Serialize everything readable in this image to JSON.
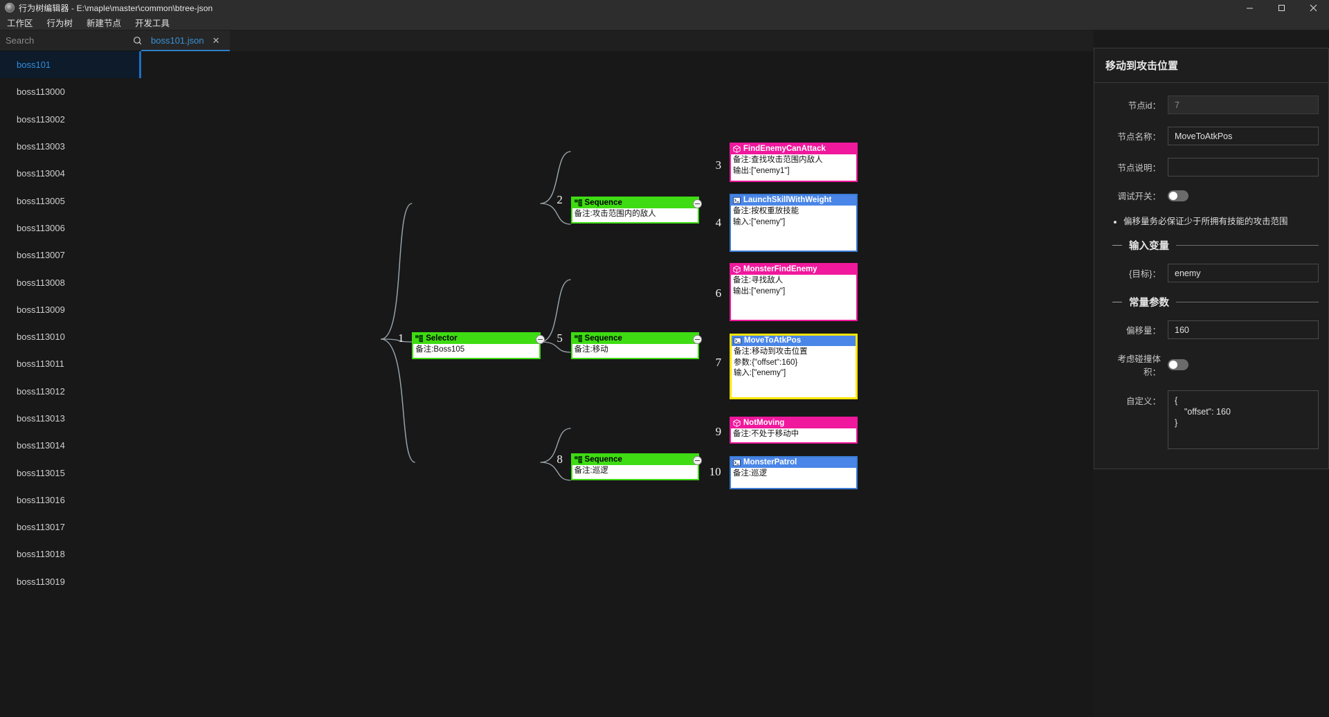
{
  "window": {
    "title": "行为树编辑器 - E:\\maple\\master\\common\\btree-json",
    "app_icon": "app-gear-icon",
    "minimize": "−",
    "maximize": "▢",
    "close": "✕"
  },
  "menubar": {
    "items": [
      {
        "label": "工作区"
      },
      {
        "label": "行为树"
      },
      {
        "label": "新建节点"
      },
      {
        "label": "开发工具"
      }
    ]
  },
  "sidebar": {
    "search": {
      "placeholder": "Search",
      "value": "",
      "icon": "search-icon"
    },
    "items": [
      {
        "label": "boss101",
        "active": true
      },
      {
        "label": "boss113000",
        "active": false
      },
      {
        "label": "boss113002",
        "active": false
      },
      {
        "label": "boss113003",
        "active": false
      },
      {
        "label": "boss113004",
        "active": false
      },
      {
        "label": "boss113005",
        "active": false
      },
      {
        "label": "boss113006",
        "active": false
      },
      {
        "label": "boss113007",
        "active": false
      },
      {
        "label": "boss113008",
        "active": false
      },
      {
        "label": "boss113009",
        "active": false
      },
      {
        "label": "boss113010",
        "active": false
      },
      {
        "label": "boss113011",
        "active": false
      },
      {
        "label": "boss113012",
        "active": false
      },
      {
        "label": "boss113013",
        "active": false
      },
      {
        "label": "boss113014",
        "active": false
      },
      {
        "label": "boss113015",
        "active": false
      },
      {
        "label": "boss113016",
        "active": false
      },
      {
        "label": "boss113017",
        "active": false
      },
      {
        "label": "boss113018",
        "active": false
      },
      {
        "label": "boss113019",
        "active": false
      }
    ]
  },
  "tabs": [
    {
      "label": "boss101.json",
      "close": "✕",
      "active": true
    }
  ],
  "tree": {
    "nodes": [
      {
        "num": "1",
        "type": "composite",
        "color": "green",
        "icon": "hierarchy-icon",
        "title": "Selector",
        "rows": [
          "备注:Boss105"
        ]
      },
      {
        "num": "2",
        "type": "composite",
        "color": "green",
        "icon": "hierarchy-icon",
        "title": "Sequence",
        "rows": [
          "备注:攻击范围内的敌人"
        ]
      },
      {
        "num": "3",
        "type": "condition",
        "color": "pink",
        "icon": "cube-icon",
        "title": "FindEnemyCanAttack",
        "rows": [
          "备注:查找攻击范围内敌人",
          "输出:[\"enemy1\"]"
        ]
      },
      {
        "num": "4",
        "type": "action",
        "color": "blue",
        "icon": "terminal-icon",
        "title": "LaunchSkillWithWeight",
        "rows": [
          "备注:按权重放技能",
          "输入:[\"enemy\"]"
        ]
      },
      {
        "num": "5",
        "type": "composite",
        "color": "green",
        "icon": "hierarchy-icon",
        "title": "Sequence",
        "rows": [
          "备注:移动"
        ]
      },
      {
        "num": "6",
        "type": "condition",
        "color": "pink",
        "icon": "cube-icon",
        "title": "MonsterFindEnemy",
        "rows": [
          "备注:寻找敌人",
          "输出:[\"enemy\"]"
        ]
      },
      {
        "num": "7",
        "type": "action",
        "color": "blue",
        "icon": "terminal-icon",
        "title": "MoveToAtkPos",
        "selected": true,
        "rows": [
          "备注:移动到攻击位置",
          "参数:{\"offset\":160}",
          "输入:[\"enemy\"]"
        ]
      },
      {
        "num": "8",
        "type": "composite",
        "color": "green",
        "icon": "hierarchy-icon",
        "title": "Sequence",
        "rows": [
          "备注:巡逻"
        ]
      },
      {
        "num": "9",
        "type": "condition",
        "color": "pink",
        "icon": "cube-icon",
        "title": "NotMoving",
        "rows": [
          "备注:不处于移动中"
        ]
      },
      {
        "num": "10",
        "type": "action",
        "color": "blue",
        "icon": "terminal-icon",
        "title": "MonsterPatrol",
        "rows": [
          "备注:巡逻"
        ]
      }
    ]
  },
  "properties": {
    "header": "移动到攻击位置",
    "node_id": {
      "label": "节点id：",
      "value": "7",
      "readonly": true
    },
    "node_name": {
      "label": "节点名称：",
      "value": "MoveToAtkPos"
    },
    "node_desc": {
      "label": "节点说明：",
      "value": ""
    },
    "debug_switch": {
      "label": "调试开关：",
      "on": false
    },
    "notes": [
      "偏移量务必保证少于所拥有技能的攻击范围"
    ],
    "input_section": {
      "title": "输入变量"
    },
    "input_target": {
      "label": "{目标}：",
      "value": "enemy"
    },
    "const_section": {
      "title": "常量参数"
    },
    "offset": {
      "label": "偏移量：",
      "value": "160"
    },
    "collide": {
      "label": "考虑碰撞体积：",
      "on": false
    },
    "custom": {
      "label": "自定义：",
      "value": "{\n    \"offset\": 160\n}"
    }
  },
  "colors": {
    "composite": "#3fdc13",
    "condition": "#f0189c",
    "action": "#4a86e8",
    "selected": "#ffe600",
    "accent": "#2f8fe0"
  }
}
